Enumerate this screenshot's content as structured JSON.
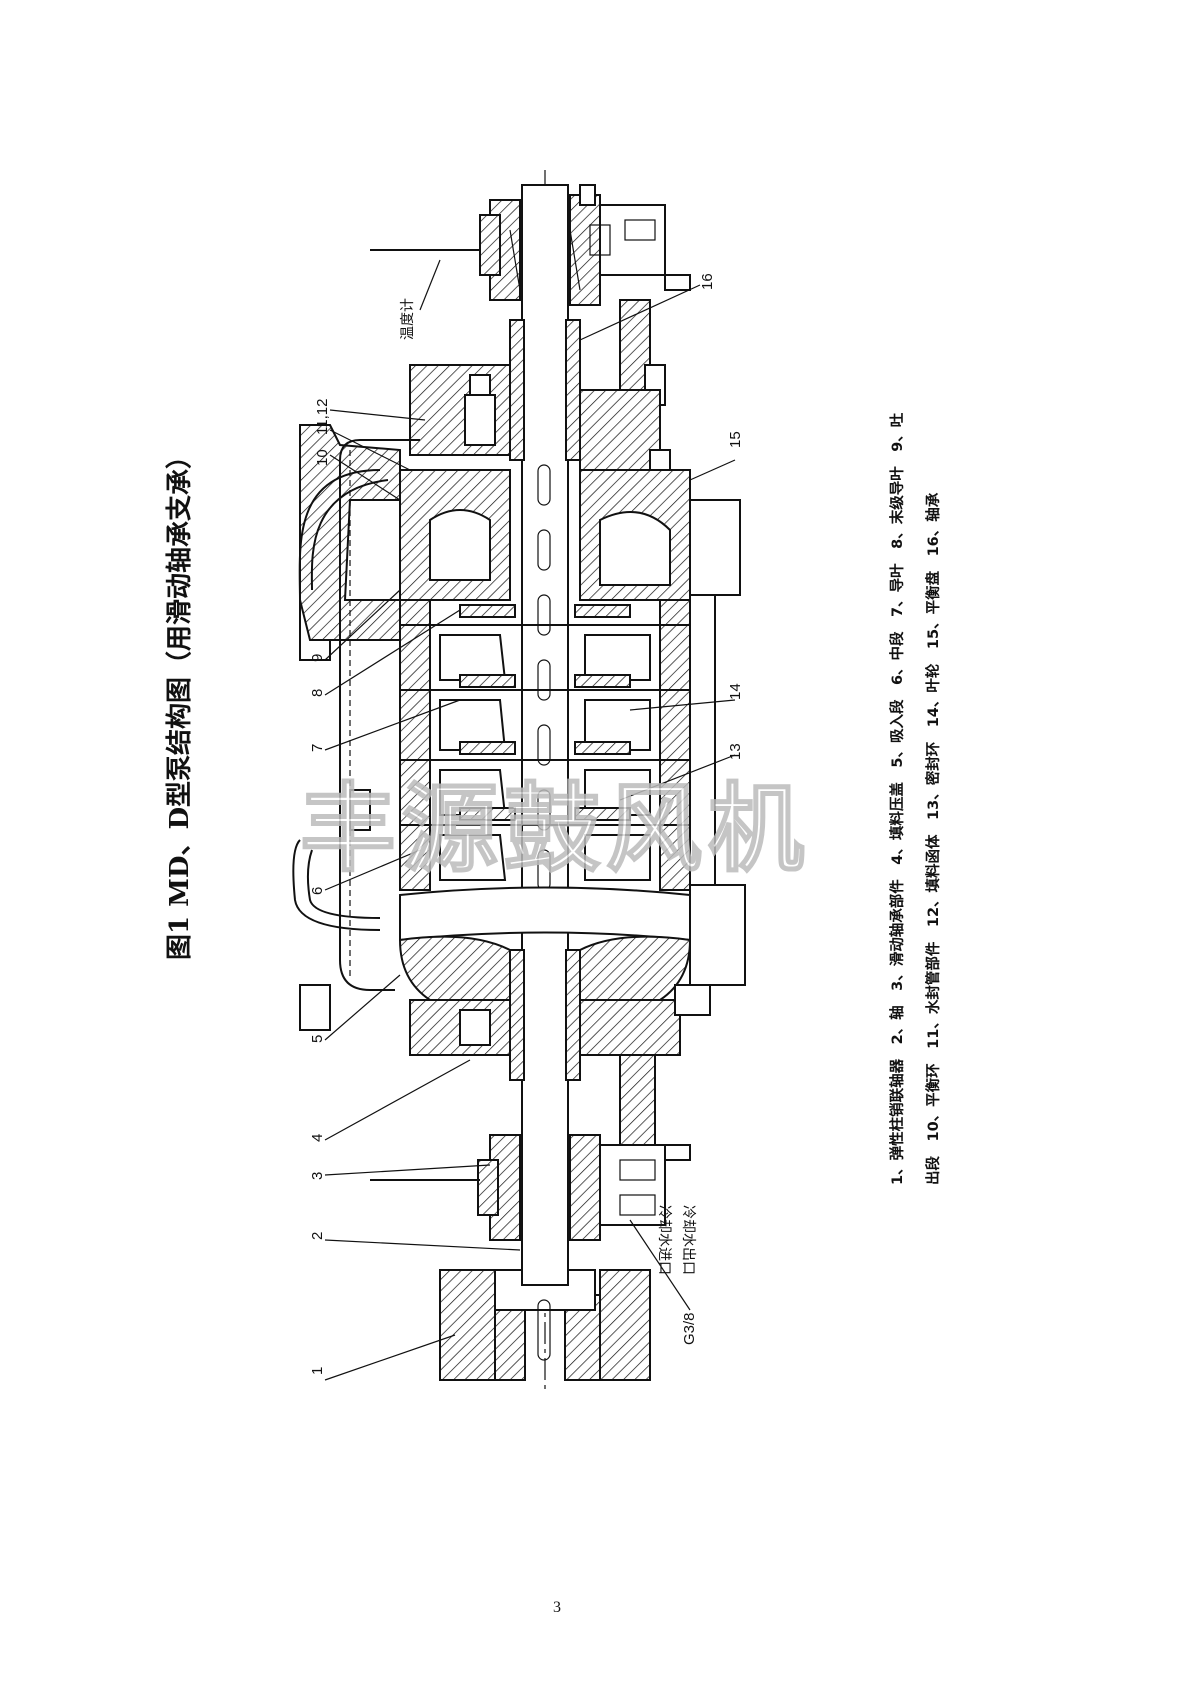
{
  "figure": {
    "title": "图1 MD、D型泵结构图（用滑动轴承支承）",
    "legend_lines": [
      "1、弹性柱销联轴器　2、轴　3、滑动轴承部件　4、填料压盖　5、吸入段　6、中段　7、导叶　8、末级导叶　9、吐",
      "出段　10、平衡环　11、水封管部件　12、填料函体　13、密封环　14、叶轮　15、平衡盘　16、轴承"
    ],
    "callouts": {
      "c1": "1",
      "c2": "2",
      "c3": "3",
      "c4": "4",
      "c5": "5",
      "c6": "6",
      "c7": "7",
      "c8": "8",
      "c9": "9",
      "c10": "10",
      "c1112": "11,12",
      "c13": "13",
      "c14": "14",
      "c15": "15",
      "c16": "16"
    },
    "annotations": {
      "thermometer": "温度计",
      "cooling_out": "冷却水出口",
      "cooling_in": "冷却水进口",
      "thread": "G3/8"
    },
    "watermark": "丰源鼓风机"
  },
  "page_number": "3"
}
